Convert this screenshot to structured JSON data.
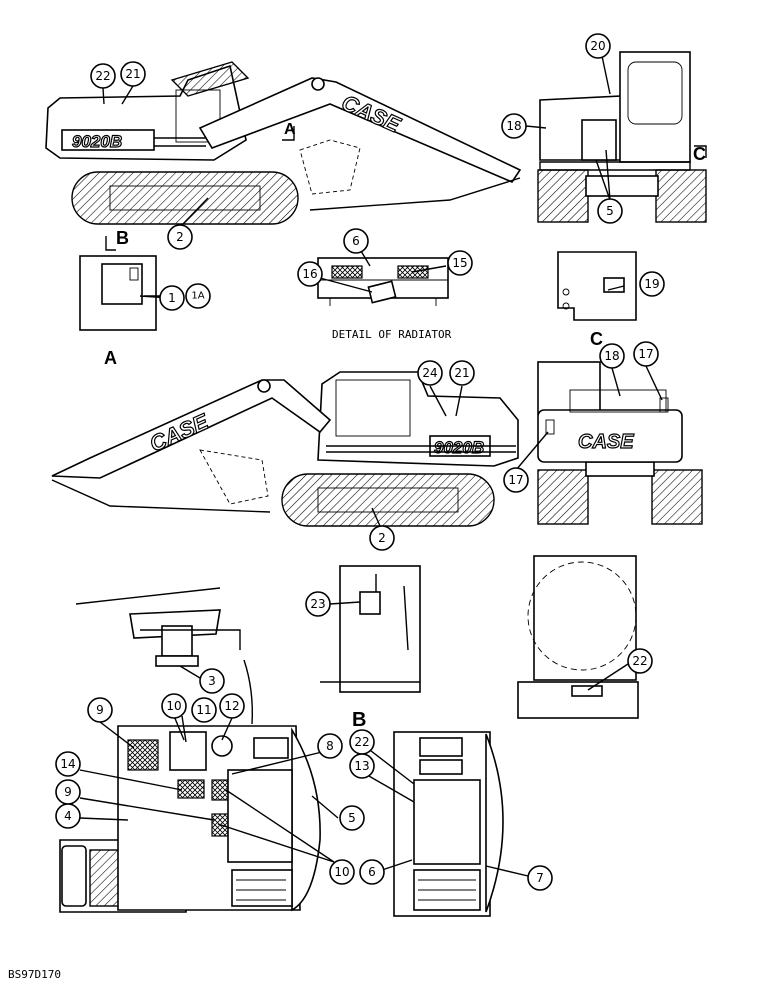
{
  "figure_code": "BS97D170",
  "labels": {
    "view_a_marker": "A",
    "view_b_marker": "B",
    "view_c_marker": "C",
    "view_a_caption": "A",
    "view_b_caption": "B",
    "view_c_caption": "C",
    "radiator_caption": "DETAIL OF RADIATOR"
  },
  "decals": {
    "brand": "CASE",
    "model": "9020B"
  },
  "callouts": [
    {
      "id": "c-22-top",
      "text": "22"
    },
    {
      "id": "c-21-top",
      "text": "21"
    },
    {
      "id": "c-2-top",
      "text": "2"
    },
    {
      "id": "c-20",
      "text": "20"
    },
    {
      "id": "c-18-front",
      "text": "18"
    },
    {
      "id": "c-5-front",
      "text": "5"
    },
    {
      "id": "c-1",
      "text": "1"
    },
    {
      "id": "c-1a",
      "text": "1A"
    },
    {
      "id": "c-6-rad",
      "text": "6"
    },
    {
      "id": "c-15",
      "text": "15"
    },
    {
      "id": "c-16",
      "text": "16"
    },
    {
      "id": "c-19",
      "text": "19"
    },
    {
      "id": "c-24",
      "text": "24"
    },
    {
      "id": "c-21-side",
      "text": "21"
    },
    {
      "id": "c-18-rear",
      "text": "18"
    },
    {
      "id": "c-17-a",
      "text": "17"
    },
    {
      "id": "c-17-b",
      "text": "17"
    },
    {
      "id": "c-2-side",
      "text": "2"
    },
    {
      "id": "c-23",
      "text": "23"
    },
    {
      "id": "c-3",
      "text": "3"
    },
    {
      "id": "c-22-rad",
      "text": "22"
    },
    {
      "id": "c-9-a",
      "text": "9"
    },
    {
      "id": "c-10-a",
      "text": "10"
    },
    {
      "id": "c-11",
      "text": "11"
    },
    {
      "id": "c-12",
      "text": "12"
    },
    {
      "id": "c-8",
      "text": "8"
    },
    {
      "id": "c-14",
      "text": "14"
    },
    {
      "id": "c-9-b",
      "text": "9"
    },
    {
      "id": "c-4",
      "text": "4"
    },
    {
      "id": "c-5-top",
      "text": "5"
    },
    {
      "id": "c-10-b",
      "text": "10"
    },
    {
      "id": "c-22-side",
      "text": "22"
    },
    {
      "id": "c-13",
      "text": "13"
    },
    {
      "id": "c-6-side",
      "text": "6"
    },
    {
      "id": "c-7",
      "text": "7"
    }
  ]
}
